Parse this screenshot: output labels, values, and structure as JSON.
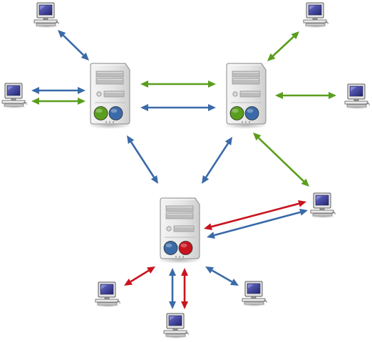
{
  "colors": {
    "blue": "#3a6aa8",
    "green": "#5a9e1d",
    "red": "#c8141e",
    "server_body": "#e6e6e6",
    "server_edge": "#8a8a8a",
    "screen": "#3b3f9e"
  },
  "servers": [
    {
      "id": "server-left",
      "icon": "server-icon",
      "lights": [
        "green",
        "blue"
      ]
    },
    {
      "id": "server-right",
      "icon": "server-icon",
      "lights": [
        "green",
        "blue"
      ]
    },
    {
      "id": "server-bottom",
      "icon": "server-icon",
      "lights": [
        "blue",
        "red"
      ]
    }
  ],
  "clients": [
    {
      "id": "client-top-left",
      "icon": "computer-icon"
    },
    {
      "id": "client-left",
      "icon": "computer-icon"
    },
    {
      "id": "client-top-right",
      "icon": "computer-icon"
    },
    {
      "id": "client-right",
      "icon": "computer-icon"
    },
    {
      "id": "client-mid-right",
      "icon": "computer-icon"
    },
    {
      "id": "client-bottom-left",
      "icon": "computer-icon"
    },
    {
      "id": "client-bottom",
      "icon": "computer-icon"
    },
    {
      "id": "client-bottom-right",
      "icon": "computer-icon"
    }
  ],
  "links": [
    {
      "from": "client-top-left",
      "to": "server-left",
      "color": "blue"
    },
    {
      "from": "client-left",
      "to": "server-left",
      "color": "blue"
    },
    {
      "from": "client-left",
      "to": "server-left",
      "color": "green"
    },
    {
      "from": "server-left",
      "to": "server-right",
      "color": "green"
    },
    {
      "from": "server-left",
      "to": "server-right",
      "color": "blue"
    },
    {
      "from": "client-top-right",
      "to": "server-right",
      "color": "green"
    },
    {
      "from": "server-right",
      "to": "client-right",
      "color": "green"
    },
    {
      "from": "server-left",
      "to": "server-bottom",
      "color": "blue"
    },
    {
      "from": "server-right",
      "to": "server-bottom",
      "color": "blue"
    },
    {
      "from": "server-right",
      "to": "client-mid-right",
      "color": "green"
    },
    {
      "from": "server-bottom",
      "to": "client-mid-right",
      "color": "red"
    },
    {
      "from": "server-bottom",
      "to": "client-mid-right",
      "color": "blue"
    },
    {
      "from": "server-bottom",
      "to": "client-bottom-left",
      "color": "red"
    },
    {
      "from": "server-bottom",
      "to": "client-bottom",
      "color": "blue"
    },
    {
      "from": "server-bottom",
      "to": "client-bottom",
      "color": "red"
    },
    {
      "from": "server-bottom",
      "to": "client-bottom-right",
      "color": "blue"
    }
  ]
}
